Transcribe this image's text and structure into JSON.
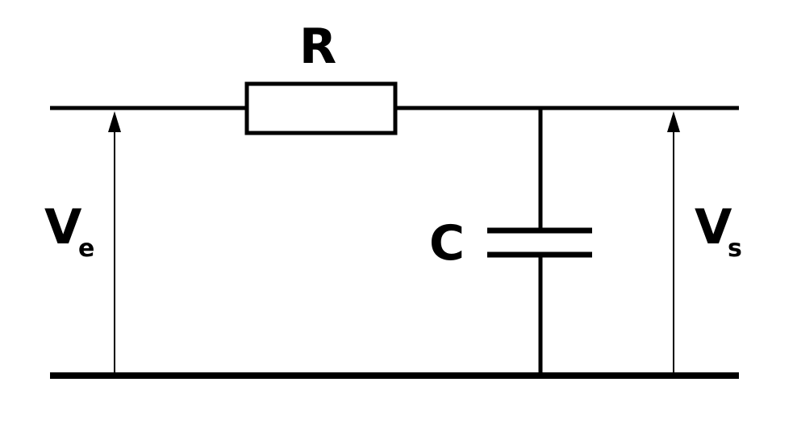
{
  "diagram": {
    "labels": {
      "resistor": "R",
      "capacitor": "C",
      "input_voltage_main": "V",
      "input_voltage_sub": "e",
      "output_voltage_main": "V",
      "output_voltage_sub": "s"
    },
    "components": [
      "resistor",
      "capacitor"
    ],
    "colors": {
      "line": "#000000",
      "background": "#ffffff"
    }
  }
}
